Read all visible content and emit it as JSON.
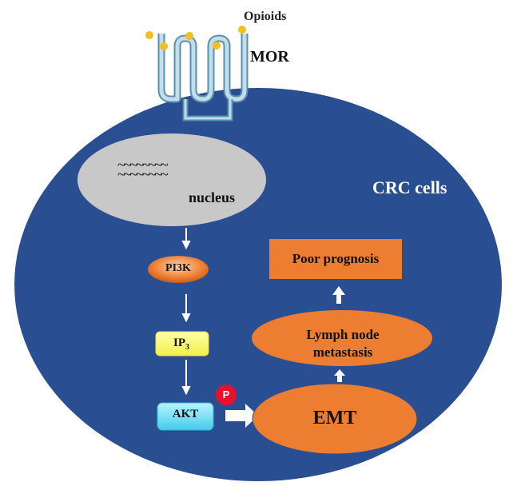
{
  "labels": {
    "opioids": "Opioids",
    "receptor": "MOR",
    "cell": "CRC cells",
    "nucleus": "nucleus",
    "nucleus_waves": [
      "~~~~~~~~",
      "~~~~~~~~"
    ],
    "pi3k": "PI3K",
    "ip3_base": "IP",
    "ip3_sub": "3",
    "akt": "AKT",
    "phospho": "P",
    "emt": "EMT",
    "lymph_line1": "Lymph node",
    "lymph_line2": "metastasis",
    "prognosis": "Poor prognosis"
  },
  "colors": {
    "cell_fill": "#2a4e92",
    "nucleus_fill": "#c8c8c8",
    "orange_node": "#ed7d31",
    "ip3_fill": "#ffff66",
    "akt_fill": "#66ddee",
    "phospho_fill": "#e8102a",
    "receptor_fill": "#a9c9dc",
    "ligand_fill": "#f0c020",
    "arrow": "#ffffff"
  },
  "pathway": [
    "MOR",
    "PI3K",
    "IP3",
    "AKT",
    "EMT",
    "Lymph node metastasis",
    "Poor prognosis"
  ]
}
